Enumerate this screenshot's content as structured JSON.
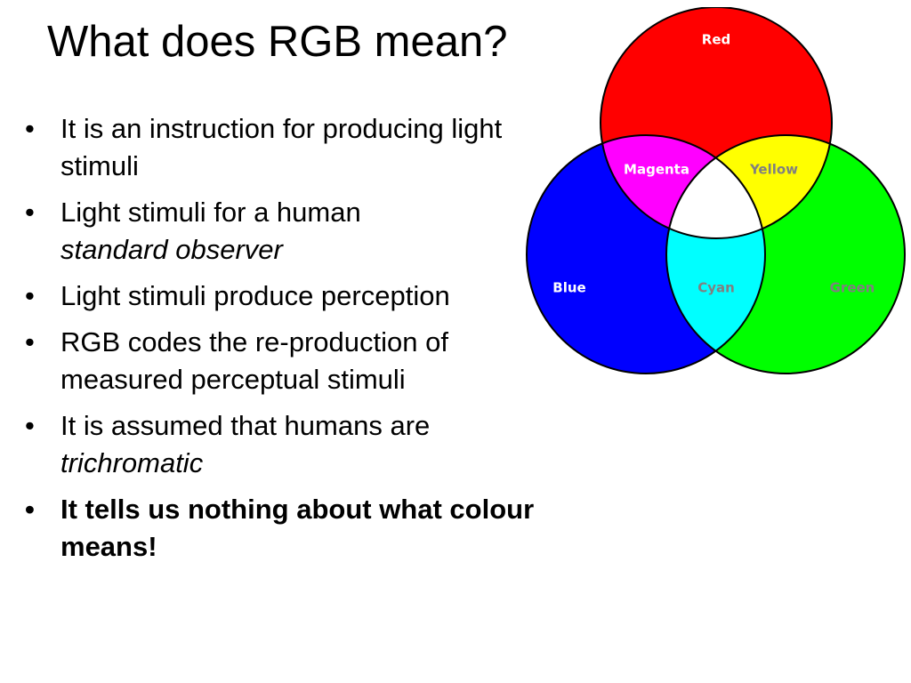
{
  "title": "What does RGB mean?",
  "bullet_symbol": "•",
  "bullets": [
    {
      "text": "It is an instruction for producing light stimuli",
      "em": ""
    },
    {
      "text": "Light stimuli for a human",
      "em": "standard observer"
    },
    {
      "text": "Light stimuli produce perception",
      "em": ""
    },
    {
      "text": "RGB codes the re-production of measured perceptual stimuli",
      "em": ""
    },
    {
      "text": "It is assumed that humans are",
      "em": "trichromatic"
    },
    {
      "text": "It tells us nothing about what colour means!",
      "em": ""
    }
  ],
  "venn": {
    "labels": {
      "red": "Red",
      "green": "Green",
      "blue": "Blue",
      "magenta": "Magenta",
      "yellow": "Yellow",
      "cyan": "Cyan"
    },
    "colors": {
      "red": "#ff0000",
      "green": "#00ff00",
      "blue": "#0000ff",
      "magenta": "#ff00ff",
      "yellow": "#ffff00",
      "cyan": "#00ffff",
      "white": "#ffffff",
      "outline": "#000000"
    }
  }
}
